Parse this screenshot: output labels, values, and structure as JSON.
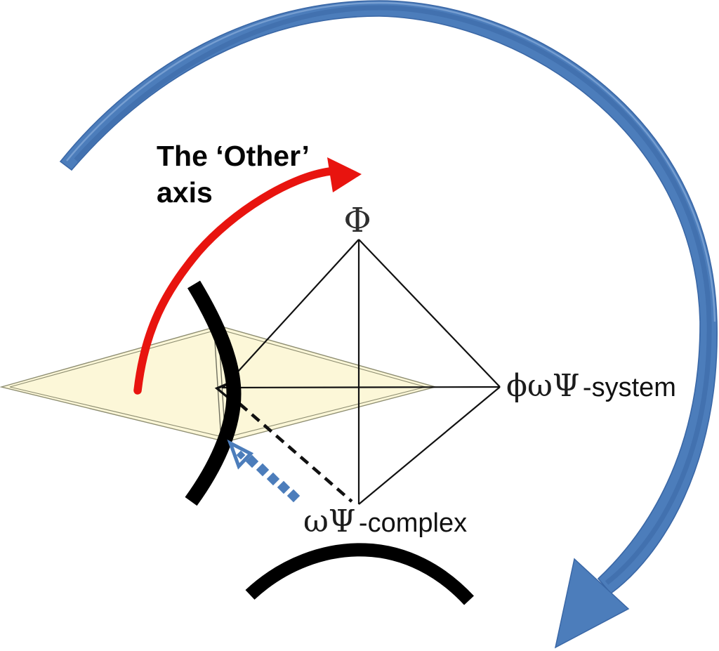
{
  "labels": {
    "other_axis_line1": "The ‘Other’",
    "other_axis_line2": "axis",
    "phi_vertex": "Φ",
    "system_greek": "ϕωΨ",
    "system_suffix": "-system",
    "complex_greek": "ωΨ",
    "complex_suffix": "-complex"
  },
  "colors": {
    "blue": "#4C7DBB",
    "blue_dark": "#3A67A6",
    "blue_light": "#7BA2D4",
    "red": "#E8140F",
    "plane_fill": "#FCF7D8",
    "plane_stroke": "#8E8E72",
    "line_black": "#111111"
  }
}
